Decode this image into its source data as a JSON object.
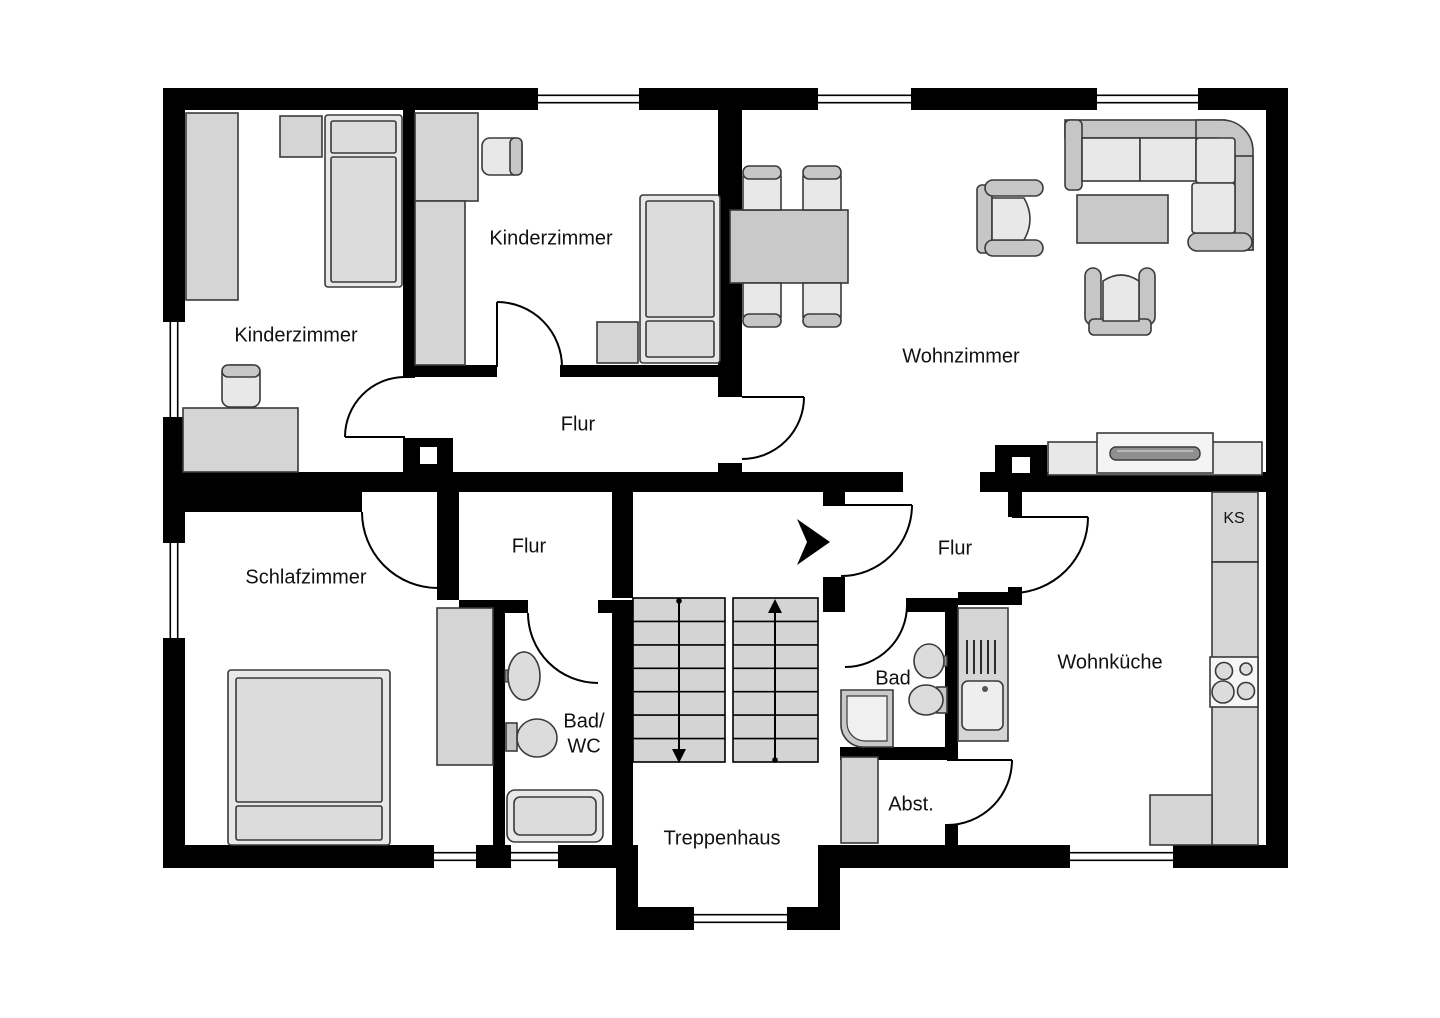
{
  "floorplan": {
    "rooms": {
      "kinderzimmer_left": "Kinderzimmer",
      "kinderzimmer_middle": "Kinderzimmer",
      "wohnzimmer": "Wohnzimmer",
      "flur_top": "Flur",
      "flur_left": "Flur",
      "flur_right": "Flur",
      "schlafzimmer": "Schlafzimmer",
      "bad_wc_line1": "Bad/",
      "bad_wc_line2": "WC",
      "bad": "Bad",
      "treppenhaus": "Treppenhaus",
      "abstellraum": "Abst.",
      "wohnkueche": "Wohnküche",
      "kuehlschrank": "KS"
    },
    "colors": {
      "wall": "#000000",
      "floor": "#ffffff",
      "furniture_light": "#e8e8e8",
      "furniture_mid": "#d5d5d5",
      "furniture_dark": "#c9c9c9",
      "sofa_frame": "#c6c6c6",
      "stair_tread": "#d4d4d4",
      "tv_screen": "#8f8f8f",
      "text": "#111111"
    }
  }
}
